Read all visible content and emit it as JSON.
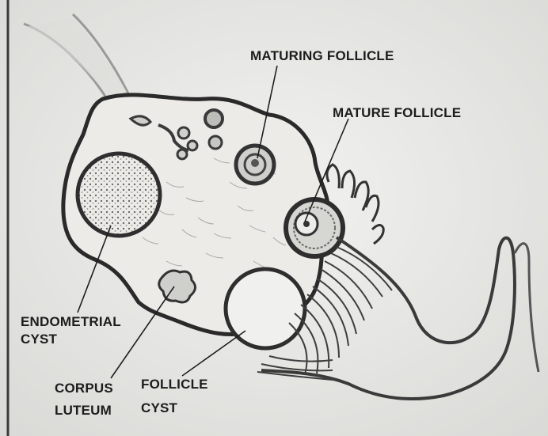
{
  "labels": {
    "maturing_follicle": "MATURING FOLLICLE",
    "mature_follicle": "MATURE FOLLICLE",
    "endometrial_cyst": [
      "ENDOMETRIAL",
      "CYST"
    ],
    "corpus_luteum": [
      "CORPUS",
      "LUTEUM"
    ],
    "follicle_cyst": [
      "FOLLICLE",
      "CYST"
    ]
  },
  "colors": {
    "paper": "#e9e9e7",
    "ink": "#2a2a2a",
    "shading": "#8a8a88"
  }
}
